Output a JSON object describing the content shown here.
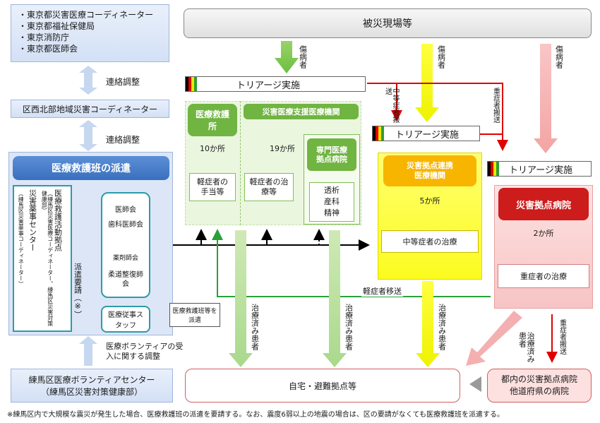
{
  "top_left_list": [
    "・東京都災害医療コーディネーター",
    "・東京都福祉保健局",
    "・東京消防庁",
    "・東京都医師会"
  ],
  "liaison_1": "連絡調整",
  "liaison_2": "連絡調整",
  "district_coordinator": "区西北部地域災害コーディネーター",
  "dispatch_title": "医療救護班の派遣",
  "relief_hq_title": "医療救護活動拠点",
  "relief_hq_sub": "（練馬区災害医療コーディネーター、練馬区災害対策健康部）",
  "pharma_center_title": "災害薬事センター",
  "pharma_center_sub": "（練馬区災害薬事コーディネーター）",
  "dispatch_request": "派遣要請（※）",
  "associations": [
    "医師会",
    "歯科医師会",
    "薬剤師会",
    "柔道整復師会"
  ],
  "medical_staff": "医療従事スタッフ",
  "dispatch_note": "医療救護班等を派遣",
  "volunteer_adjust": "医療ボランティアの受入に関する調整",
  "volunteer_center_line1": "練馬区医療ボランティアセンター",
  "volunteer_center_line2": "（練馬区災害対策健康部）",
  "disaster_site": "被災現場等",
  "injured_1": "傷病者",
  "injured_2": "傷病者",
  "injured_3": "傷病者",
  "triage_1": "トリアージ実施",
  "triage_2": "トリアージ実施",
  "triage_3": "トリアージ実施",
  "first_aid_station": "医療救護所",
  "first_aid_count": "10か所",
  "first_aid_role": "軽症者の手当等",
  "support_institutions": "災害医療支援医療機関",
  "support_count": "19か所",
  "support_role": "軽症者の治療等",
  "specialized_hospital": "専門医療拠点病院",
  "specialized_fields": "透析産科精神",
  "moderate_transport": "中等症者搬送",
  "severe_transport_1": "重症者搬送",
  "base_partner_title": "災害拠点連携医療機関",
  "base_partner_count": "5か所",
  "base_partner_role": "中等症者の治療",
  "base_hospital_title": "災害拠点病院",
  "base_hospital_count": "2か所",
  "base_hospital_role": "重症者の治療",
  "mild_transfer": "軽症者移送",
  "treated_1": "治療済み患者",
  "treated_2": "治療済み患者",
  "treated_3": "治療済み患者",
  "treated_4": "治療済み患者",
  "severe_transport_2": "重症者搬送",
  "home_shelter": "自宅・避難拠点等",
  "other_hospitals_line1": "都内の災害拠点病院",
  "other_hospitals_line2": "他道府県の病院",
  "footnote": "※練馬区内で大規模な震災が発生した場合、医療救護班の派遣を要請する。なお、震度6弱以上の地震の場合は、区の要請がなくても医療救護班を派遣する。"
}
